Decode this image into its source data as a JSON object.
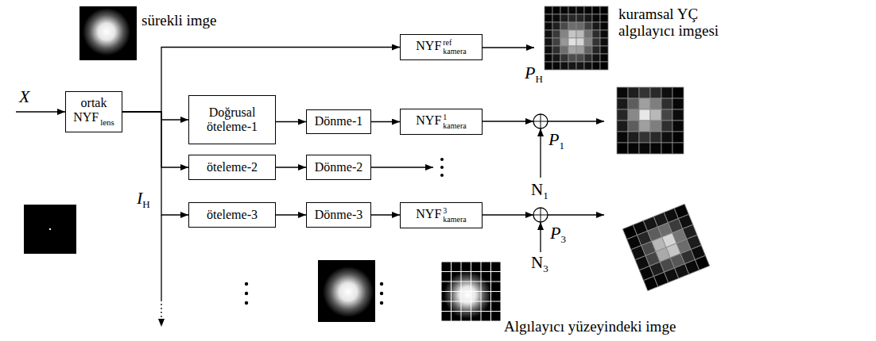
{
  "diagram": {
    "nodes": [
      {
        "text": [
          "ortak NYF",
          "lens"
        ]
      },
      {
        "text": [
          "NYF",
          "ref",
          "kamera"
        ]
      },
      {
        "text": [
          "Doğrusal öteleme-1"
        ]
      },
      {
        "text": [
          "Dönme-1"
        ]
      },
      {
        "text": [
          "NYF",
          "1",
          "kamera"
        ]
      },
      {
        "text": [
          "öteleme-2"
        ]
      },
      {
        "text": [
          "Dönme-2"
        ]
      },
      {
        "text": [
          "öteleme-3"
        ]
      },
      {
        "text": [
          "Dönme-3"
        ]
      },
      {
        "text": [
          "NYF",
          "3",
          "kamera"
        ]
      }
    ],
    "edges": [
      {
        "from": 0,
        "to": 1,
        "arrow": "to"
      },
      {
        "from": 0,
        "to": 2,
        "arrow": "to"
      },
      {
        "from": 0,
        "to": 5,
        "arrow": "to"
      },
      {
        "from": 0,
        "to": 7,
        "arrow": "to"
      },
      {
        "from": 2,
        "to": 3,
        "arrow": "to"
      },
      {
        "from": 3,
        "to": 4,
        "arrow": "to"
      },
      {
        "from": 5,
        "to": 6,
        "arrow": "to"
      },
      {
        "from": 7,
        "to": 8,
        "arrow": "to"
      },
      {
        "from": 8,
        "to": 9,
        "arrow": "to"
      }
    ],
    "labels": [
      "X",
      "sürekli imge",
      "kuramsal YÇ algılayıcı imgesi",
      "P",
      "H",
      "I",
      "H",
      "P",
      "1",
      "N",
      "1",
      "P",
      "3",
      "N",
      "3",
      "Algılayıcı yüzeyindeki imge"
    ]
  }
}
